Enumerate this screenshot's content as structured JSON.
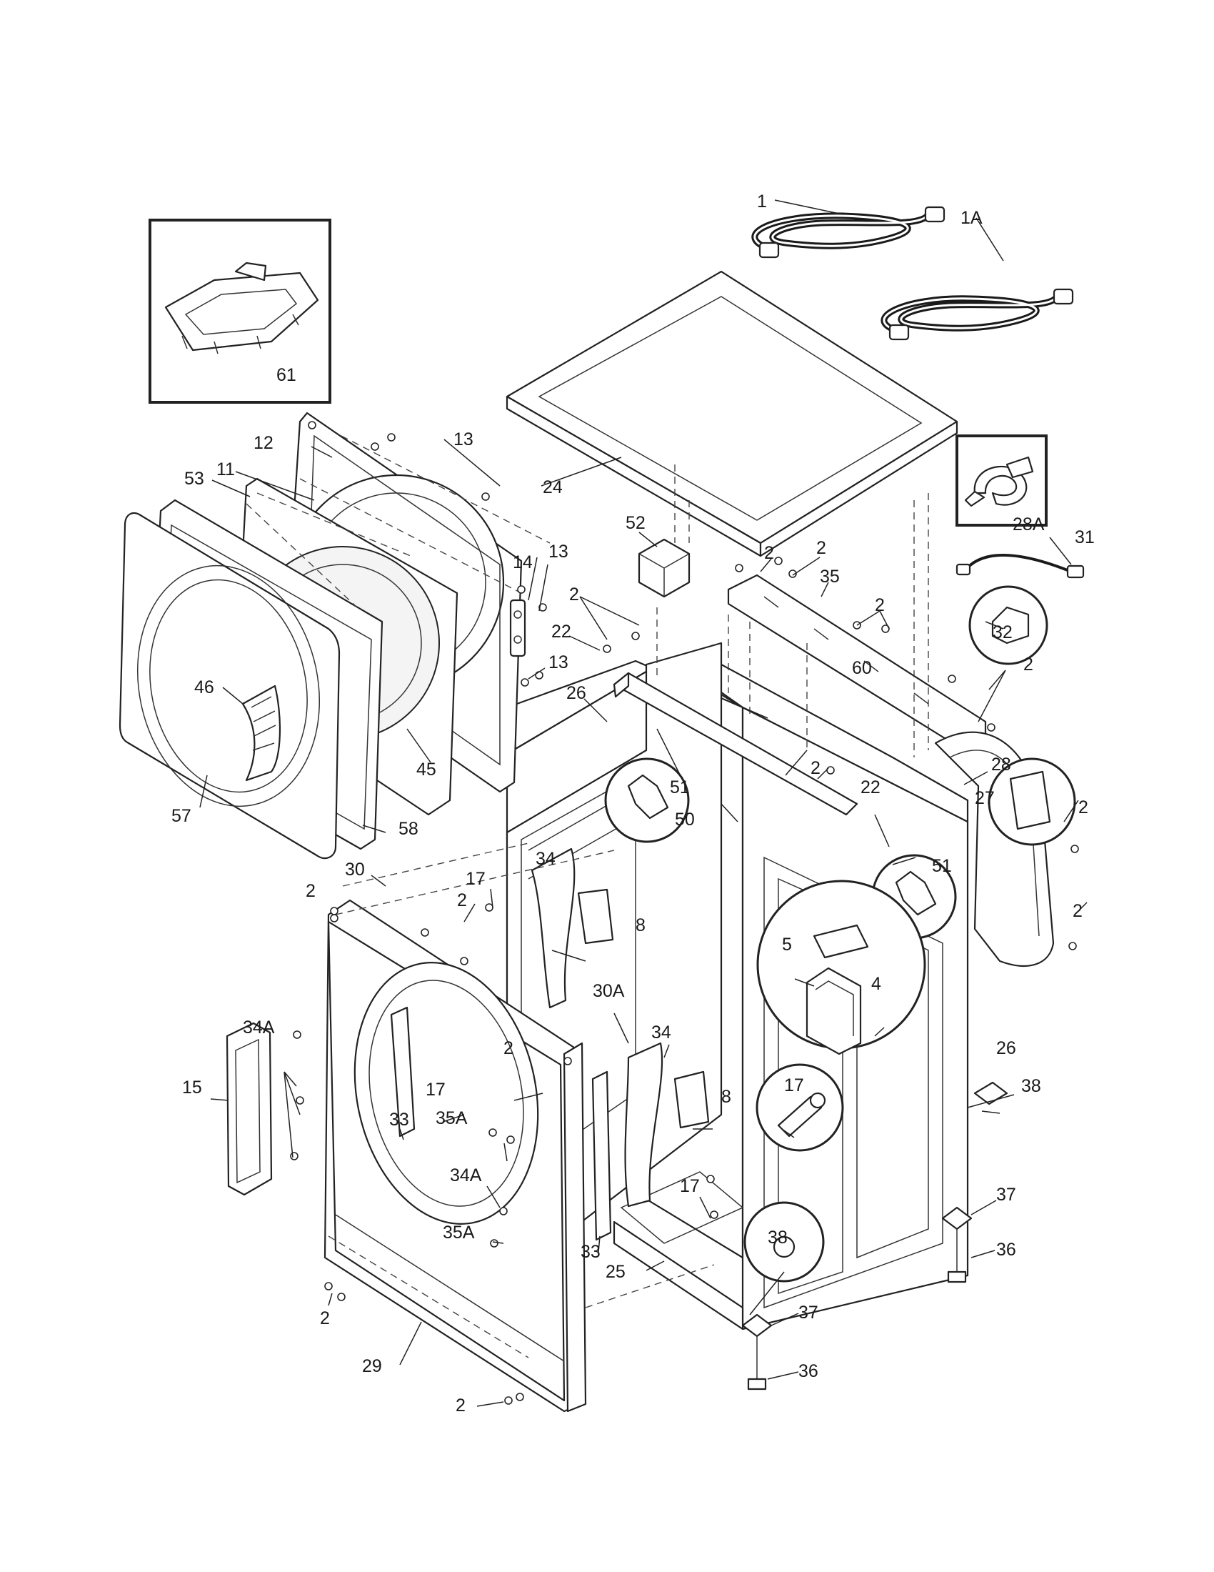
{
  "diagram": {
    "labels": [
      {
        "id": "l1",
        "text": "1"
      },
      {
        "id": "l1a",
        "text": "1A"
      },
      {
        "id": "l61",
        "text": "61"
      },
      {
        "id": "l12",
        "text": "12"
      },
      {
        "id": "l13a",
        "text": "13"
      },
      {
        "id": "l11",
        "text": "11"
      },
      {
        "id": "l53",
        "text": "53"
      },
      {
        "id": "l24",
        "text": "24"
      },
      {
        "id": "l52",
        "text": "52"
      },
      {
        "id": "l28a",
        "text": "28A"
      },
      {
        "id": "l31",
        "text": "31"
      },
      {
        "id": "l2a",
        "text": "2"
      },
      {
        "id": "l2b",
        "text": "2"
      },
      {
        "id": "l35",
        "text": "35"
      },
      {
        "id": "l14",
        "text": "14"
      },
      {
        "id": "l13b",
        "text": "13"
      },
      {
        "id": "l32",
        "text": "32"
      },
      {
        "id": "l2c",
        "text": "2"
      },
      {
        "id": "l2d",
        "text": "2"
      },
      {
        "id": "l22a",
        "text": "22"
      },
      {
        "id": "l13c",
        "text": "13"
      },
      {
        "id": "l2e",
        "text": "2"
      },
      {
        "id": "l60",
        "text": "60"
      },
      {
        "id": "l46",
        "text": "46"
      },
      {
        "id": "l26a",
        "text": "26"
      },
      {
        "id": "l45",
        "text": "45"
      },
      {
        "id": "l2f",
        "text": "2"
      },
      {
        "id": "l28",
        "text": "28"
      },
      {
        "id": "l51a",
        "text": "51"
      },
      {
        "id": "l22b",
        "text": "22"
      },
      {
        "id": "l27",
        "text": "27"
      },
      {
        "id": "l2g",
        "text": "2"
      },
      {
        "id": "l50",
        "text": "50"
      },
      {
        "id": "l57",
        "text": "57"
      },
      {
        "id": "l58",
        "text": "58"
      },
      {
        "id": "l51b",
        "text": "51"
      },
      {
        "id": "l34a",
        "text": "34"
      },
      {
        "id": "l30",
        "text": "30"
      },
      {
        "id": "l17a",
        "text": "17"
      },
      {
        "id": "l2h",
        "text": "2"
      },
      {
        "id": "l2i",
        "text": "2"
      },
      {
        "id": "l8a",
        "text": "8"
      },
      {
        "id": "l2j",
        "text": "2"
      },
      {
        "id": "l5",
        "text": "5"
      },
      {
        "id": "l4",
        "text": "4"
      },
      {
        "id": "l30a",
        "text": "30A"
      },
      {
        "id": "l34b",
        "text": "34"
      },
      {
        "id": "l34aa",
        "text": "34A"
      },
      {
        "id": "l2k",
        "text": "2"
      },
      {
        "id": "l26b",
        "text": "26"
      },
      {
        "id": "l15",
        "text": "15"
      },
      {
        "id": "l17b",
        "text": "17"
      },
      {
        "id": "l33a",
        "text": "33"
      },
      {
        "id": "l8b",
        "text": "8"
      },
      {
        "id": "l17c",
        "text": "17"
      },
      {
        "id": "l38a",
        "text": "38"
      },
      {
        "id": "l35aa",
        "text": "35A"
      },
      {
        "id": "l34ab",
        "text": "34A"
      },
      {
        "id": "l17d",
        "text": "17"
      },
      {
        "id": "l37a",
        "text": "37"
      },
      {
        "id": "l35ab",
        "text": "35A"
      },
      {
        "id": "l33b",
        "text": "33"
      },
      {
        "id": "l38b",
        "text": "38"
      },
      {
        "id": "l36a",
        "text": "36"
      },
      {
        "id": "l25",
        "text": "25"
      },
      {
        "id": "l2l",
        "text": "2"
      },
      {
        "id": "l37b",
        "text": "37"
      },
      {
        "id": "l29",
        "text": "29"
      },
      {
        "id": "l36b",
        "text": "36"
      },
      {
        "id": "l2m",
        "text": "2"
      }
    ]
  }
}
